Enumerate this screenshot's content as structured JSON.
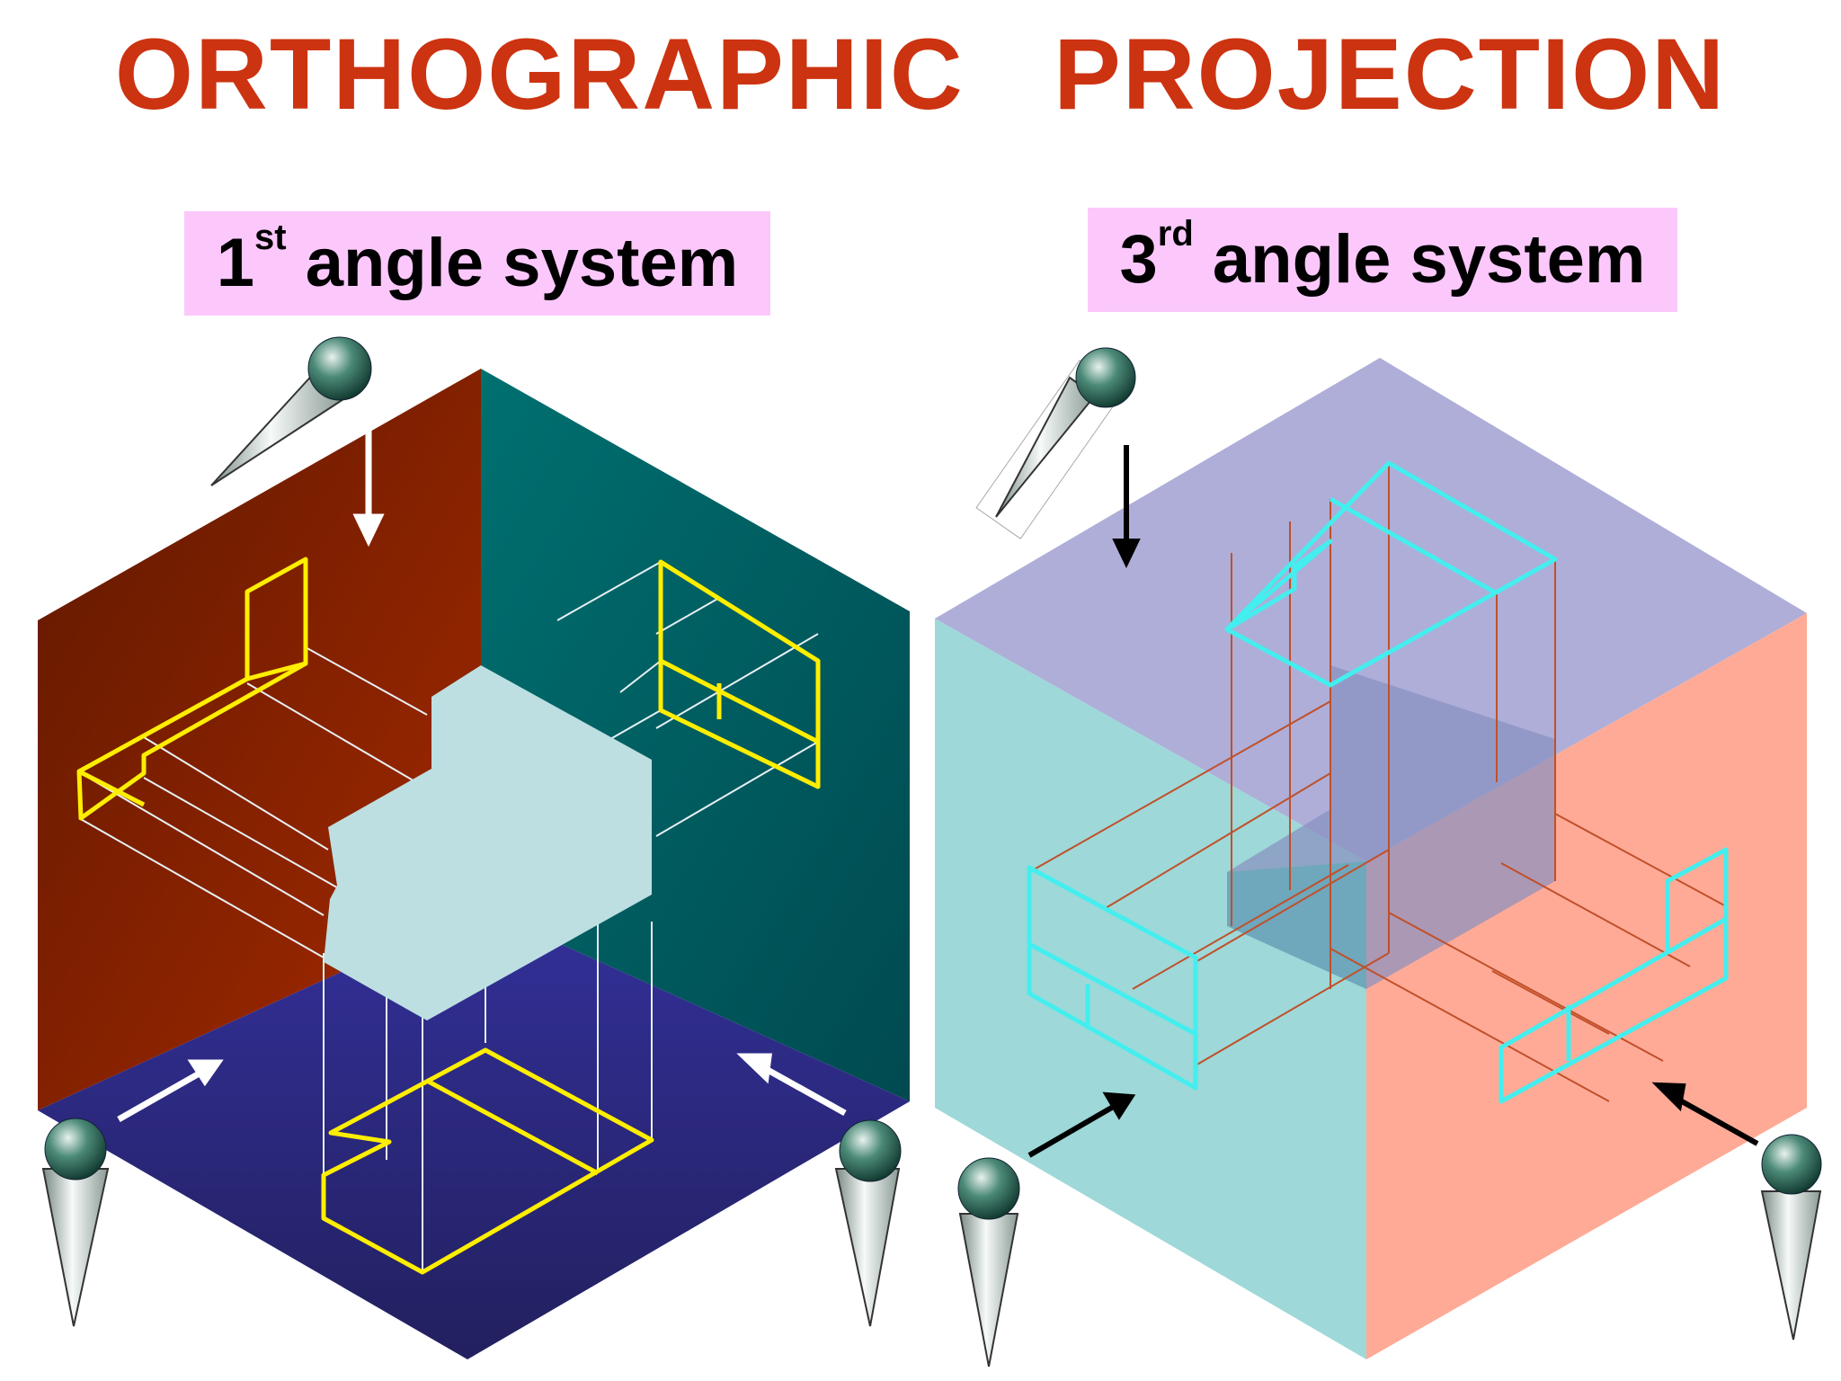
{
  "title": "ORTHOGRAPHIC   PROJECTION",
  "first_angle": {
    "number": "1",
    "suffix": "st",
    "text": " angle system"
  },
  "third_angle": {
    "number": "3",
    "suffix": "rd",
    "text": " angle system"
  },
  "colors": {
    "title": "#cc3311",
    "label_bg": "#fcc8fc",
    "first_left_plane": "#8a2200",
    "first_right_plane": "#006a6a",
    "first_bottom_plane": "#2e2c80",
    "first_block": "#bddfe2",
    "first_outline": "#ffee00",
    "third_top_plane": "#aeaed8",
    "third_left_plane": "#9ed8d8",
    "third_right_plane": "#ffaa96",
    "third_outline": "#44eeee"
  }
}
